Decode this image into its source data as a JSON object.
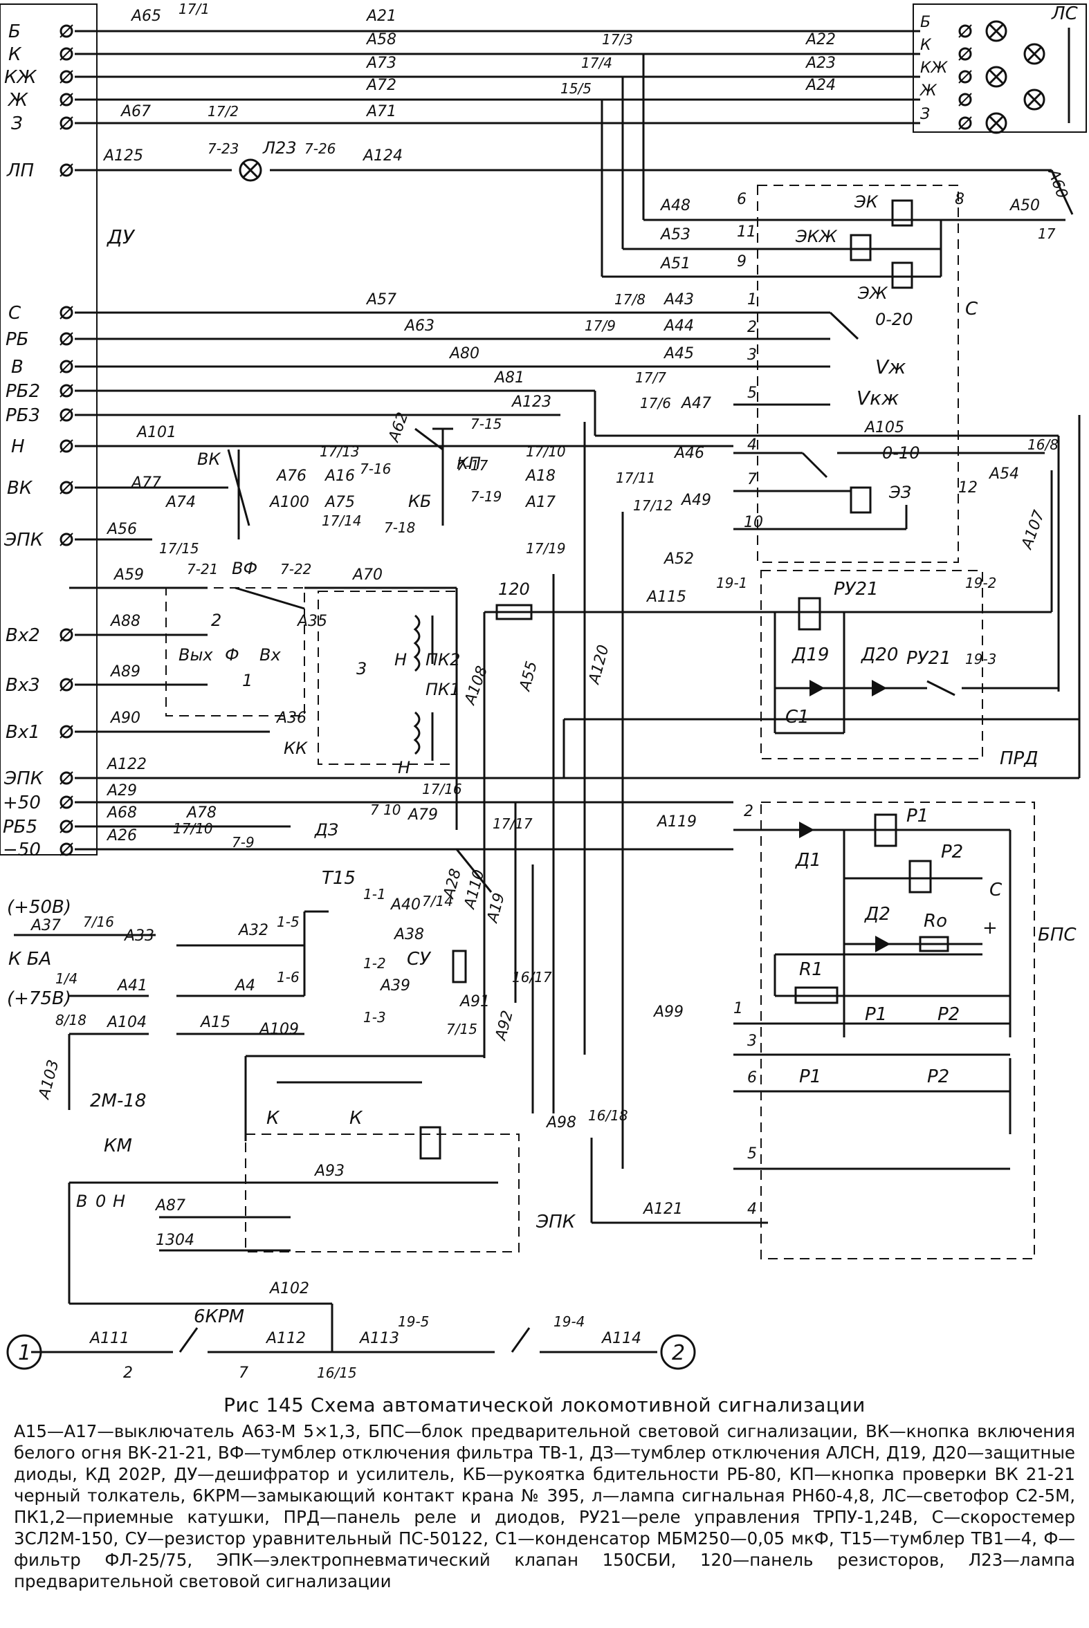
{
  "title": "Рис 145 Схема автоматической локомотивной сигнализации",
  "legend": "А15—А17—выключатель А63-М 5×1,3, БПС—блок предварительной световой сигнализации, ВК—кнопка включения белого огня ВК-21-21, ВФ—тумблер отключения фильтра ТВ-1, ДЗ—тумблер отключения АЛСН, Д19, Д20—защитные диоды, КД 202Р, ДУ—дешифратор и усилитель, КБ—рукоятка бдительности РБ-80, КП—кнопка проверки ВК 21-21 черный толкатель, 6КРМ—замыкающий контакт крана № 395, л—лампа сигнальная РН60-4,8, ЛС—светофор С2-5М, ПК1,2—приемные катушки, ПРД—панель реле и диодов, РУ21—реле управления ТРПУ-1,24В, С—скоростемер 3СЛ2М-150, СУ—резистор уравнительный ПС-50122, С1—конденсатор МБМ250—0,05 мкФ, Т15—тумблер ТВ1—4, Ф—фильтр ФЛ-25/75, ЭПК—электропневматический клапан 150СБИ, 120—панель резисторов, Л23—лампа предварительной световой сигнализации",
  "du_terminals": [
    "Б",
    "К",
    "КЖ",
    "Ж",
    "З",
    "ЛП",
    "С",
    "РБ",
    "В",
    "РБ2",
    "РБ3",
    "Н",
    "ВК",
    "ЭПК",
    "Вх2",
    "Вх3",
    "Вх1",
    "ЭПК",
    "+50",
    "РБ5",
    "−50"
  ],
  "blocks": {
    "du": "ДУ",
    "ls": "ЛС",
    "s": "С",
    "prd": "ПРД",
    "bps": "БПС",
    "epk": "ЭПК",
    "vzh": "Vж",
    "vkzh": "Vкж"
  },
  "ls_terminals": [
    "Б",
    "К",
    "КЖ",
    "Ж",
    "З"
  ],
  "wire_labels": {
    "A65": "А65",
    "A21": "А21",
    "A58": "А58",
    "A22": "А22",
    "A73": "А73",
    "A23": "А23",
    "A72": "А72",
    "A24": "А24",
    "A67": "А67",
    "A71": "А71",
    "A125": "А125",
    "A124": "А124",
    "A48": "А48",
    "A50": "А50",
    "A60": "А60",
    "A53": "А53",
    "A51": "А51",
    "A57": "А57",
    "A43": "А43",
    "A63": "А63",
    "A44": "А44",
    "A80": "А80",
    "A45": "А45",
    "A81": "А81",
    "A47": "А47",
    "A123": "А123",
    "A105": "А105",
    "A101": "А101",
    "A46": "А46",
    "A54": "А54",
    "A77": "А77",
    "A76": "А76",
    "A16": "А16",
    "A62": "А62",
    "A18": "А18",
    "A74": "А74",
    "A100": "А100",
    "A75": "А75",
    "A17": "А17",
    "A49": "А49",
    "A107": "А107",
    "A56": "А56",
    "A52": "А52",
    "A59": "А59",
    "A70": "А70",
    "A115": "А115",
    "A88": "А88",
    "A35": "А35",
    "A89": "А89",
    "A90": "А90",
    "A36": "А36",
    "A108": "А108",
    "A55": "А55",
    "A120": "А120",
    "A122": "А122",
    "A29": "А29",
    "A79": "А79",
    "A68": "А68",
    "A78": "А78",
    "A26": "А26",
    "A119": "А119",
    "A28": "А28",
    "A110": "А110",
    "A19": "А19",
    "A37": "А37",
    "A33": "А33",
    "A32": "А32",
    "A40": "А40",
    "A38": "А38",
    "A41": "А41",
    "A4": "А4",
    "A39": "А39",
    "A91": "А91",
    "A104": "А104",
    "A15": "А15",
    "A109": "А109",
    "A92": "А92",
    "A99": "А99",
    "A103": "А103",
    "A98": "А98",
    "A93": "А93",
    "A121": "А121",
    "A87": "А87",
    "A1304": "1304",
    "A102": "А102",
    "A111": "А111",
    "A112": "А112",
    "A113": "А113",
    "A114": "А114"
  },
  "terminal_labels": {
    "t17_1": "17/1",
    "t17_3": "17/3",
    "t17_4": "17/4",
    "t15_5": "15/5",
    "t17_2": "17/2",
    "t7_23": "7-23",
    "t7_26": "7-26",
    "t17_8": "17/8",
    "t17_9": "17/9",
    "t17_7": "17/7",
    "t17_6": "17/6",
    "t17_13": "17/13",
    "t7_16": "7-16",
    "t7_15": "7-15",
    "t17_10": "17/10",
    "t7_17": "7-17",
    "t17_11": "17/11",
    "t7_19": "7-19",
    "t17_12": "17/12",
    "t17_14": "17/14",
    "t7_18": "7-18",
    "t17_15": "17/15",
    "t17_19": "17/19",
    "t7_21": "7-21",
    "t7_22": "7-22",
    "t16_8": "16/8",
    "t19_1": "19-1",
    "t19_2": "19-2",
    "t19_3": "19-3",
    "t17_16": "17/16",
    "t17_17": "17/17",
    "t7_9": "7-9",
    "t7_10": "7 10",
    "t17_10b": "17/10",
    "t7_16b": "7/16",
    "t1_4": "1/4",
    "t8_18": "8/18",
    "t1_5": "1-5",
    "t1_1": "1-1",
    "t7_14": "7/14",
    "t1_6": "1-6",
    "t1_2": "1-2",
    "t1_3": "1-3",
    "t16_17": "16/17",
    "t7_15b": "7/15",
    "t16_18": "16/18",
    "t16_15": "16/15",
    "t19_5": "19-5",
    "t19_4": "19-4",
    "t17_x": "17"
  },
  "pin_numbers": [
    "6",
    "8",
    "11",
    "9",
    "1",
    "2",
    "3",
    "5",
    "4",
    "12",
    "7",
    "10",
    "2",
    "1",
    "3",
    "6",
    "5",
    "4",
    "2",
    "7"
  ],
  "components": {
    "L23": "Л23",
    "EK": "ЭК",
    "EKZh": "ЭКЖ",
    "EZh": "ЭЖ",
    "O20": "0-20",
    "O10": "0-10",
    "EZ": "ЭЗ",
    "VK": "ВК",
    "KP": "КП",
    "KB": "КБ",
    "VF": "ВФ",
    "RU21": "РУ21",
    "D19": "Д19",
    "D20": "Д20",
    "C1": "С1",
    "R120": "120",
    "Vyh": "Вых",
    "F": "Ф",
    "Vh": "Вх",
    "PK2": "ПК2",
    "PK1": "ПК1",
    "N": "Н",
    "KK": "КК",
    "H": "Н",
    "DZ": "ДЗ",
    "T15": "Т15",
    "SU": "СУ",
    "P1": "Р1",
    "P2": "Р2",
    "D1": "Д1",
    "D2": "Д2",
    "C": "С",
    "R0": "Rо",
    "R1": "R1",
    "K": "К",
    "KM": "КМ",
    "B": "В",
    "O": "0",
    "Hm": "Н",
    "KRM": "6КРМ",
    "plus50": "(+50В)",
    "KBA": "К БА",
    "plus75": "(+75В)",
    "twoM18": "2М-18",
    "circle1": "1",
    "circle2": "2",
    "n2": "2",
    "n1": "1",
    "n3": "3",
    "plus": "+"
  }
}
